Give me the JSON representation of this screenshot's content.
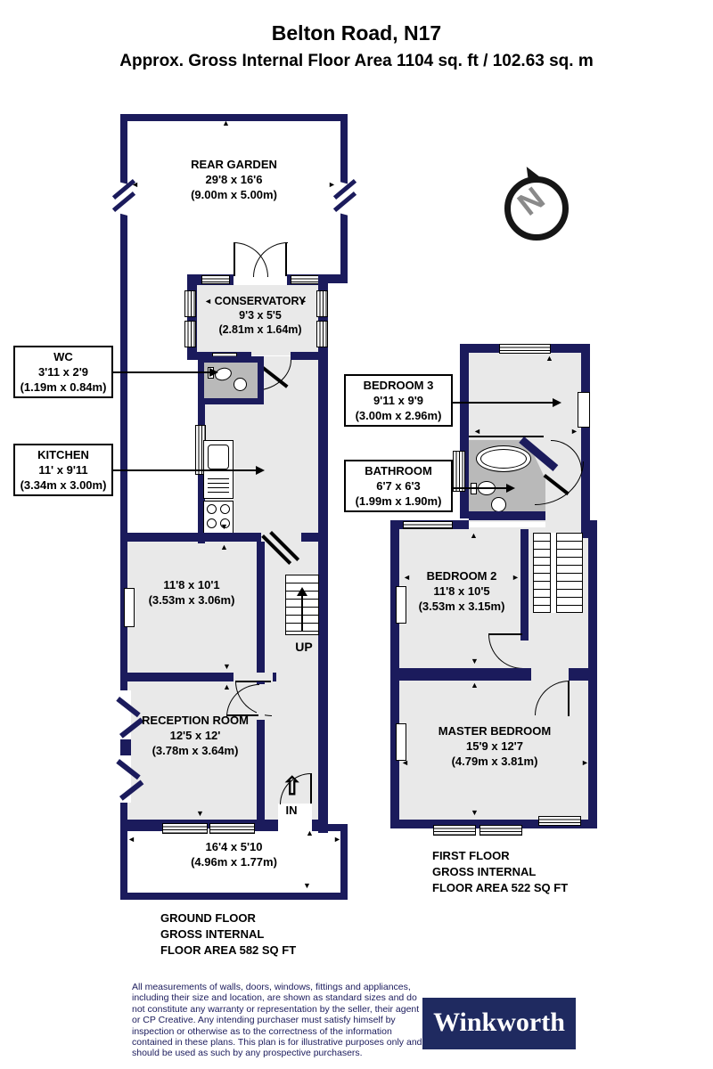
{
  "header": {
    "title": "Belton Road, N17",
    "subtitle": "Approx. Gross Internal Floor Area 1104 sq. ft / 102.63 sq. m"
  },
  "compass": {
    "letter": "N"
  },
  "colors": {
    "wall_navy": "#1b1b5c",
    "floor_gray": "#e9e9e9",
    "wet_gray": "#b9b9b9",
    "brand_navy": "#1f2a60"
  },
  "ground_floor": {
    "garden": {
      "name": "REAR GARDEN",
      "dims": "29'8 x 16'6",
      "metric": "(9.00m x 5.00m)"
    },
    "conservatory": {
      "name": "CONSERVATORY",
      "dims": "9'3 x 5'5",
      "metric": "(2.81m x 1.64m)"
    },
    "wc": {
      "name": "WC",
      "dims": "3'11 x 2'9",
      "metric": "(1.19m x 0.84m)"
    },
    "kitchen": {
      "name": "KITCHEN",
      "dims": "11' x 9'11",
      "metric": "(3.34m x 3.00m)"
    },
    "middle_room": {
      "dims": "11'8 x 10'1",
      "metric": "(3.53m x 3.06m)"
    },
    "reception": {
      "name": "RECEPTION ROOM",
      "dims": "12'5 x 12'",
      "metric": "(3.78m x 3.64m)"
    },
    "front": {
      "dims": "16'4 x 5'10",
      "metric": "(4.96m x 1.77m)"
    },
    "up_label": "UP",
    "in_label": "IN",
    "footer_line1": "GROUND FLOOR",
    "footer_line2": "GROSS INTERNAL",
    "footer_line3": "FLOOR AREA 582 SQ FT"
  },
  "first_floor": {
    "bedroom3": {
      "name": "BEDROOM 3",
      "dims": "9'11 x 9'9",
      "metric": "(3.00m x 2.96m)"
    },
    "bathroom": {
      "name": "BATHROOM",
      "dims": "6'7 x 6'3",
      "metric": "(1.99m x 1.90m)"
    },
    "bedroom2": {
      "name": "BEDROOM 2",
      "dims": "11'8 x 10'5",
      "metric": "(3.53m x 3.15m)"
    },
    "master": {
      "name": "MASTER BEDROOM",
      "dims": "15'9 x 12'7",
      "metric": "(4.79m x 3.81m)"
    },
    "footer_line1": "FIRST FLOOR",
    "footer_line2": "GROSS INTERNAL",
    "footer_line3": "FLOOR AREA 522 SQ FT"
  },
  "disclaimer": "All measurements of walls, doors, windows, fittings and appliances, including their size and location, are shown as standard sizes and do not constitute any warranty or representation by the seller, their agent or CP Creative. Any intending purchaser must satisfy himself by inspection or otherwise as to the correctness of the information contained in these plans. This plan is for illustrative purposes only and should be used as such by any prospective purchasers.",
  "brand": {
    "name": "Winkworth"
  }
}
